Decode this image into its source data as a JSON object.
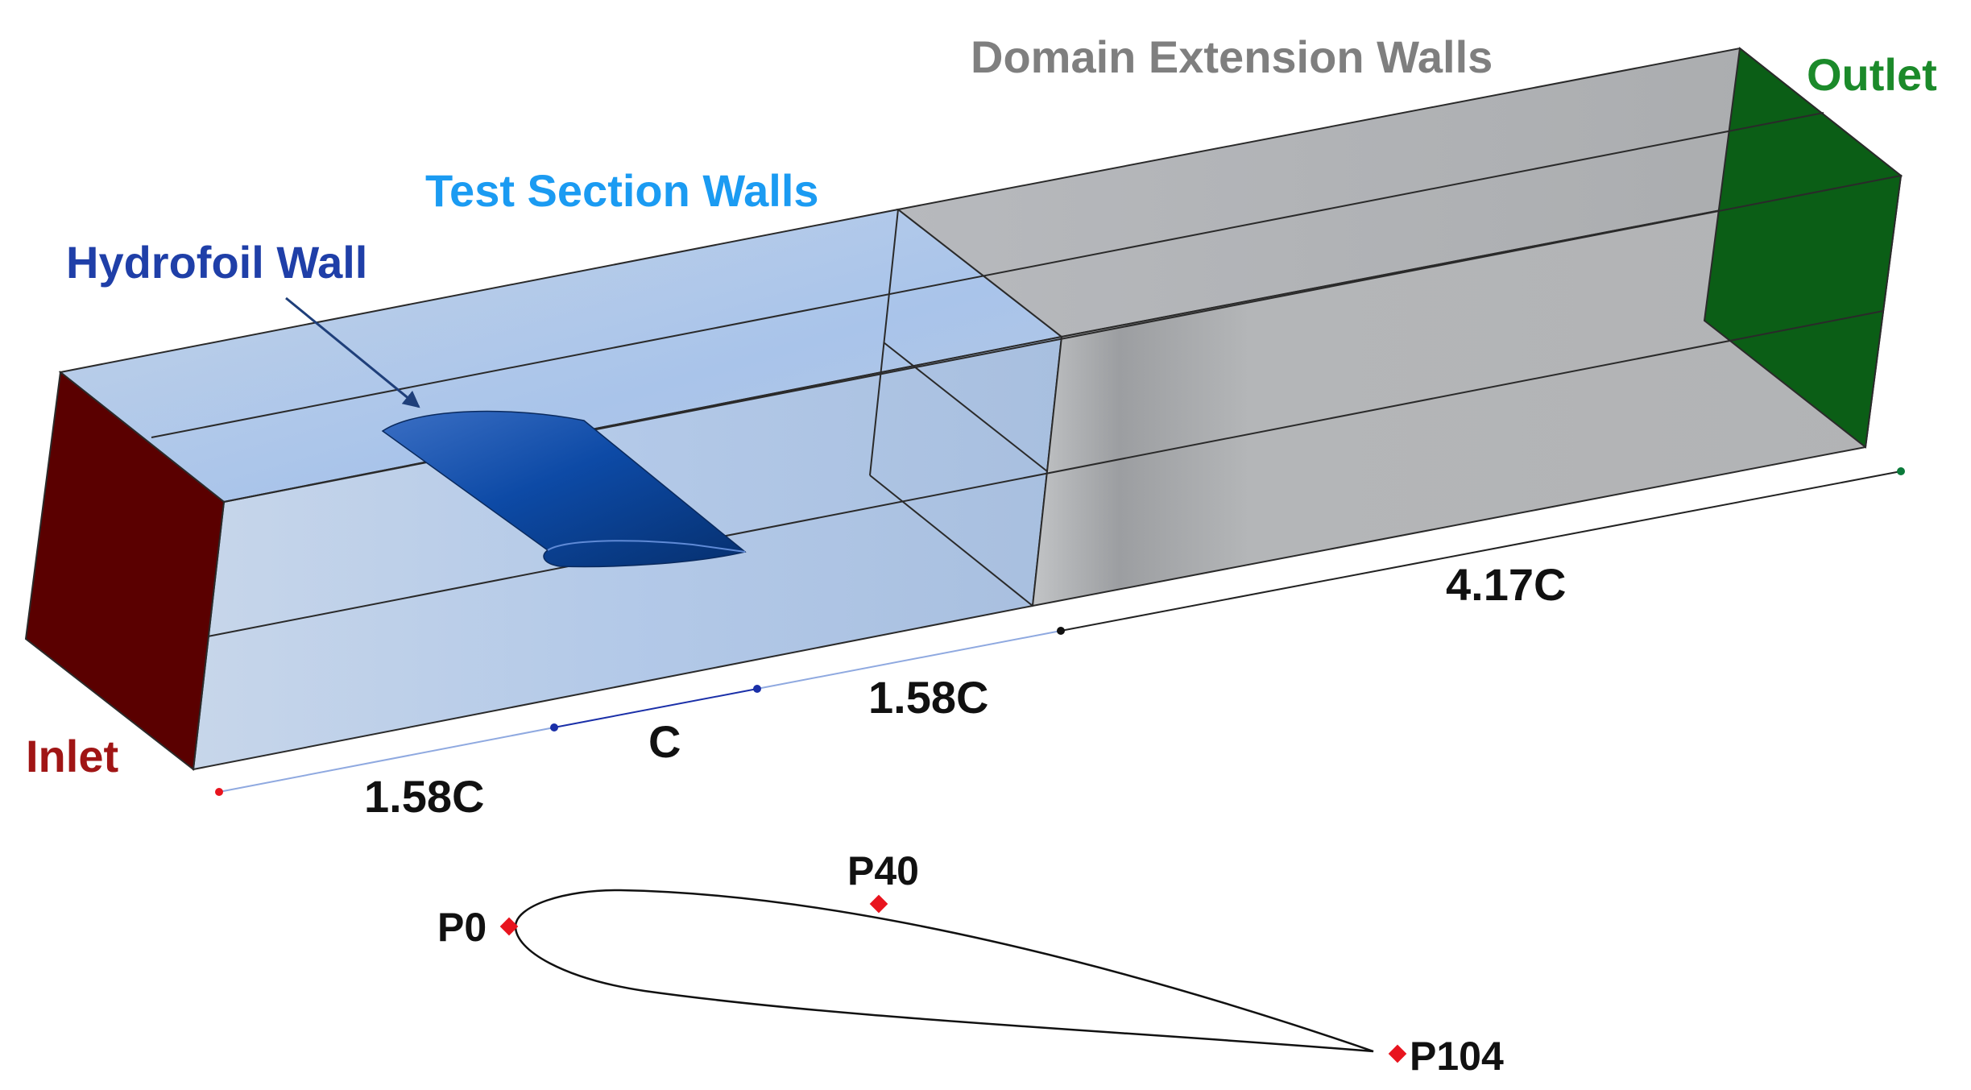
{
  "labels": {
    "domain_extension_walls": "Domain Extension Walls",
    "outlet": "Outlet",
    "test_section_walls": "Test Section Walls",
    "hydrofoil_wall": "Hydrofoil Wall",
    "inlet": "Inlet"
  },
  "dimensions": {
    "upstream": "1.58C",
    "chord": "C",
    "downstream_test": "1.58C",
    "extension": "4.17C"
  },
  "profile_points": {
    "leading_edge": "P0",
    "upper_point": "P40",
    "trailing_edge": "P104"
  },
  "colors": {
    "inlet": "#5a0000",
    "outlet": "#0b5e16",
    "hydrofoil": "#0a3d8c",
    "test_section": "#a9c4e6",
    "extension": "#a9aaab",
    "label_domain": "#7f7f7f",
    "label_outlet": "#1b8a2a",
    "label_test": "#1b9bf2",
    "label_hydrofoil": "#1f3fa8",
    "label_inlet": "#a01515",
    "point_marker": "#e8141e"
  }
}
